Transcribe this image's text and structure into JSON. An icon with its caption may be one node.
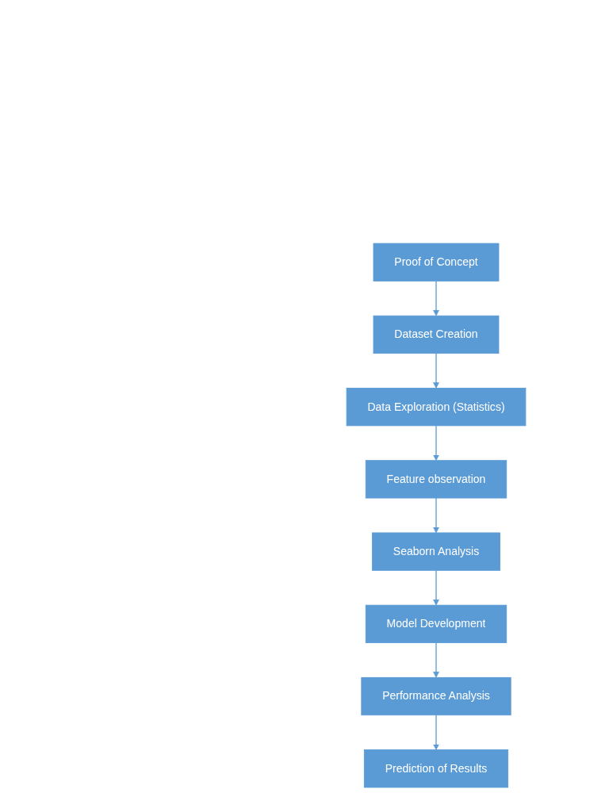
{
  "diagram": {
    "nodes": [
      {
        "text": [
          "Proof of Concept"
        ]
      },
      {
        "text": [
          "Dataset Creation"
        ]
      },
      {
        "text": [
          "Data Exploration (Statistics)"
        ]
      },
      {
        "text": [
          "Feature observation"
        ]
      },
      {
        "text": [
          "Seaborn Analysis"
        ]
      },
      {
        "text": [
          "Model Development"
        ]
      },
      {
        "text": [
          "Performance Analysis"
        ]
      },
      {
        "text": [
          "Prediction of Results"
        ]
      }
    ],
    "edges": [
      {
        "from": 0,
        "to": 1,
        "arrow": "to"
      },
      {
        "from": 1,
        "to": 2,
        "arrow": "to"
      },
      {
        "from": 2,
        "to": 3,
        "arrow": "to"
      },
      {
        "from": 3,
        "to": 4,
        "arrow": "to"
      },
      {
        "from": 4,
        "to": 5,
        "arrow": "to"
      },
      {
        "from": 5,
        "to": 6,
        "arrow": "to"
      },
      {
        "from": 6,
        "to": 7,
        "arrow": "to"
      }
    ]
  }
}
